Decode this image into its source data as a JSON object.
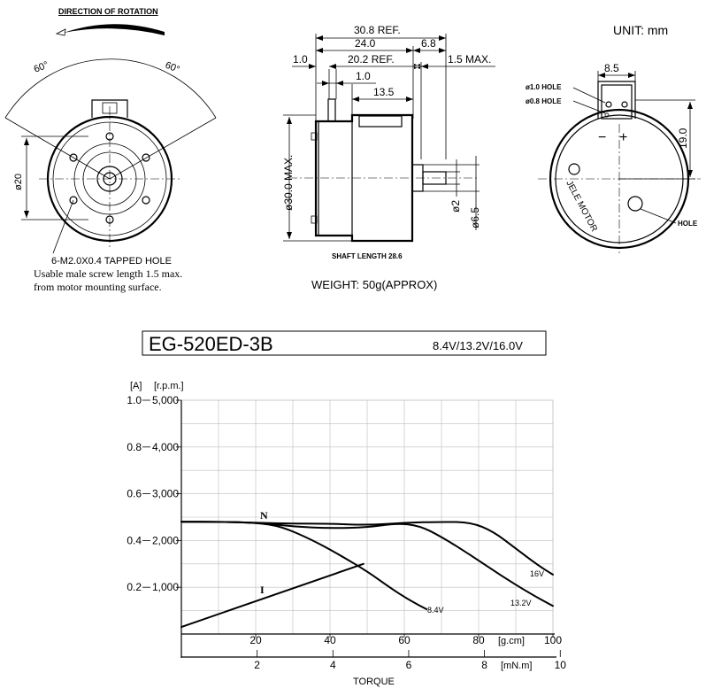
{
  "drawing": {
    "unit_label": "UNIT:  mm",
    "rotation_label": "DIRECTION OF ROTATION",
    "angle_left": "60°",
    "angle_right": "60°",
    "dim_dia20": "ø20",
    "tapped_hole": "6-M2.0X0.4 TAPPED HOLE",
    "screw_note_1": "Usable male screw length 1.5 max.",
    "screw_note_2": "from motor mounting surface.",
    "dim_30_8": "30.8 REF.",
    "dim_24_0": "24.0",
    "dim_6_8": "6.8",
    "dim_1_0_left": "1.0",
    "dim_20_2": "20.2 REF.",
    "dim_1_5": "1.5 MAX.",
    "dim_1_0_mid": "1.0",
    "dim_13_5": "13.5",
    "dim_dia30": "ø30.0 MAX.",
    "dim_dia2": "ø2",
    "dim_dia6_5": "ø6.5",
    "shaft_length": "SHAFT LENGTH 28.6",
    "weight": "WEIGHT: 50g(APPROX)",
    "dim_8_5": "8.5",
    "hole_1_0": "ø1.0 HOLE",
    "hole_0_8": "ø0.8 HOLE",
    "dim_19_0": "19.0",
    "hole_label": "HOLE",
    "brand_text": "JELE MOTOR",
    "minus_sign": "−",
    "plus_sign": "+"
  },
  "chart_header": {
    "model": "EG-520ED-3B",
    "voltages": "8.4V/13.2V/16.0V"
  },
  "chart_data": {
    "type": "line",
    "left_axis_unit_a": "[A]",
    "left_axis_unit_rpm": "[r.p.m.]",
    "current_ticks": [
      "1.0",
      "0.8",
      "0.6",
      "0.4",
      "0.2"
    ],
    "current_values": [
      1.0,
      0.8,
      0.6,
      0.4,
      0.2
    ],
    "speed_ticks": [
      "5,000",
      "4,000",
      "3,000",
      "2,000",
      "1,000"
    ],
    "speed_values": [
      5000,
      4000,
      3000,
      2000,
      1000
    ],
    "x_ticks_gcm": [
      "20",
      "40",
      "60",
      "80",
      "100"
    ],
    "x_values_gcm": [
      20,
      40,
      60,
      80,
      100
    ],
    "x_unit_gcm": "[g.cm]",
    "x_ticks_mnm": [
      "2",
      "4",
      "6",
      "8",
      "10"
    ],
    "x_values_mnm": [
      2,
      4,
      6,
      8,
      10
    ],
    "x_unit_mnm": "[mN.m]",
    "xlabel": "TORQUE",
    "xlim_gcm": [
      0,
      100
    ],
    "ylim_rpm": [
      0,
      5000
    ],
    "ylim_a": [
      0,
      1.0
    ],
    "grid": true,
    "speed_curve_label": "N",
    "current_curve_label": "I",
    "series": [
      {
        "name": "8.4V",
        "axis": "rpm",
        "x": [
          0,
          10,
          20,
          27,
          35,
          42,
          50,
          56,
          61,
          66
        ],
        "y": [
          2400,
          2400,
          2380,
          2300,
          2020,
          1720,
          1340,
          1000,
          740,
          530
        ]
      },
      {
        "name": "13.2V",
        "axis": "rpm",
        "x": [
          0,
          10,
          20,
          30,
          40,
          50,
          58,
          64,
          70,
          78,
          86,
          94,
          100
        ],
        "y": [
          2400,
          2400,
          2380,
          2300,
          2260,
          2280,
          2370,
          2320,
          2080,
          1680,
          1250,
          860,
          600
        ]
      },
      {
        "name": "16V",
        "axis": "rpm",
        "x": [
          0,
          10,
          20,
          30,
          40,
          50,
          60,
          70,
          78,
          84,
          90,
          96,
          100
        ],
        "y": [
          2400,
          2400,
          2380,
          2360,
          2360,
          2330,
          2380,
          2400,
          2390,
          2190,
          1830,
          1470,
          1270
        ]
      },
      {
        "name": "I",
        "axis": "current",
        "x": [
          0,
          49
        ],
        "y": [
          0.03,
          0.3
        ]
      }
    ]
  }
}
